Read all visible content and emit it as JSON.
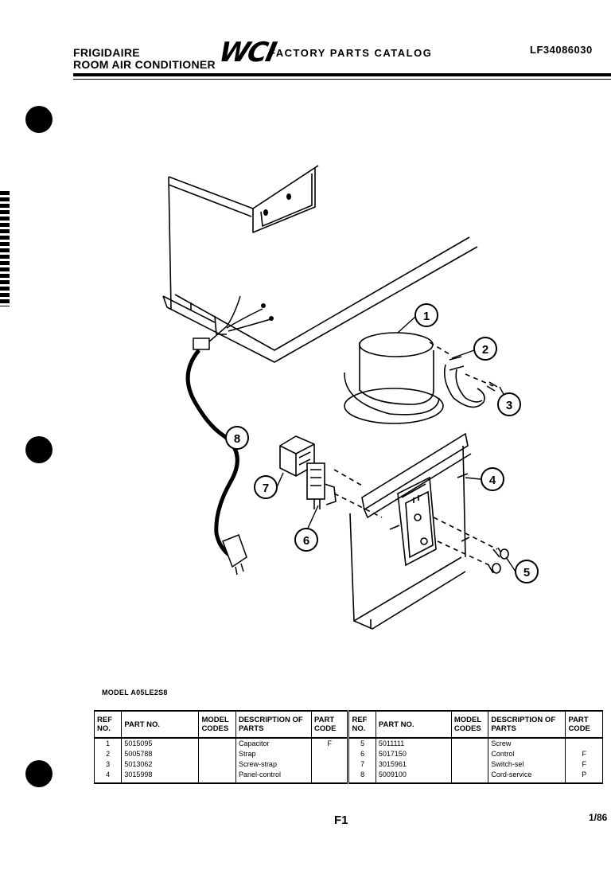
{
  "header": {
    "brand": "FRIGIDAIRE",
    "product": "ROOM AIR CONDITIONER",
    "logo_text": "WCI",
    "catalog_title": "FACTORY PARTS CATALOG",
    "catalog_number": "LF34086030"
  },
  "diagram": {
    "callouts": [
      "1",
      "2",
      "3",
      "4",
      "5",
      "6",
      "7",
      "8"
    ]
  },
  "model_label": "MODEL A05LE2S8",
  "table": {
    "headers": {
      "ref": "REF NO.",
      "part": "PART NO.",
      "model": "MODEL CODES",
      "desc": "DESCRIPTION OF PARTS",
      "code": "PART CODE"
    },
    "left": [
      {
        "ref": "1",
        "part": "5015095",
        "model": "",
        "desc": "Capacitor",
        "code": "F"
      },
      {
        "ref": "2",
        "part": "5005788",
        "model": "",
        "desc": "Strap",
        "code": ""
      },
      {
        "ref": "3",
        "part": "5013062",
        "model": "",
        "desc": "Screw-strap",
        "code": ""
      },
      {
        "ref": "4",
        "part": "3015998",
        "model": "",
        "desc": "Panel-control",
        "code": ""
      }
    ],
    "right": [
      {
        "ref": "5",
        "part": "5011111",
        "model": "",
        "desc": "Screw",
        "code": ""
      },
      {
        "ref": "6",
        "part": "5017150",
        "model": "",
        "desc": "Control",
        "code": "F"
      },
      {
        "ref": "7",
        "part": "3015961",
        "model": "",
        "desc": "Switch-sel",
        "code": "F"
      },
      {
        "ref": "8",
        "part": "5009100",
        "model": "",
        "desc": "Cord-service",
        "code": "P"
      }
    ]
  },
  "footer": {
    "page_code": "F1",
    "page_number": "1/86"
  }
}
